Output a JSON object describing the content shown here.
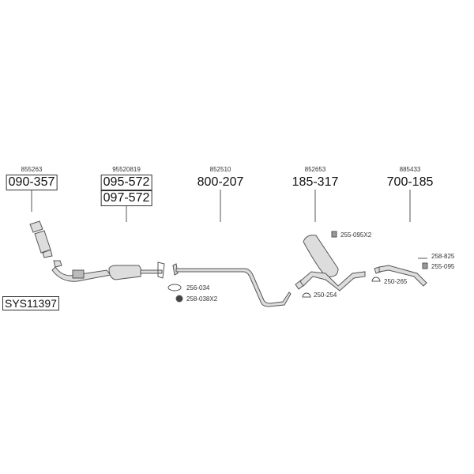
{
  "diagram_title": "SYS11397",
  "parts": [
    {
      "oem": "855263",
      "numbers": [
        "090-357"
      ]
    },
    {
      "oem": "95520819",
      "numbers": [
        "095-572",
        "097-572"
      ]
    },
    {
      "oem": "852510",
      "numbers": [
        "800-207"
      ]
    },
    {
      "oem": "852653",
      "numbers": [
        "185-317"
      ]
    },
    {
      "oem": "885433",
      "numbers": [
        "700-185"
      ]
    }
  ],
  "accessories": [
    {
      "label": "256-034",
      "icon": "gasket-icon"
    },
    {
      "label": "258-038X2",
      "icon": "nut-icon"
    },
    {
      "label": "255-095X2",
      "icon": "rubber-mount-icon"
    },
    {
      "label": "250-254",
      "icon": "clamp-icon"
    },
    {
      "label": "250-265",
      "icon": "clamp-icon"
    },
    {
      "label": "258-825",
      "icon": "bolt-icon"
    },
    {
      "label": "255-095",
      "icon": "rubber-mount-icon"
    }
  ],
  "colors": {
    "line": "#555555",
    "fill": "#d8d8d8"
  }
}
